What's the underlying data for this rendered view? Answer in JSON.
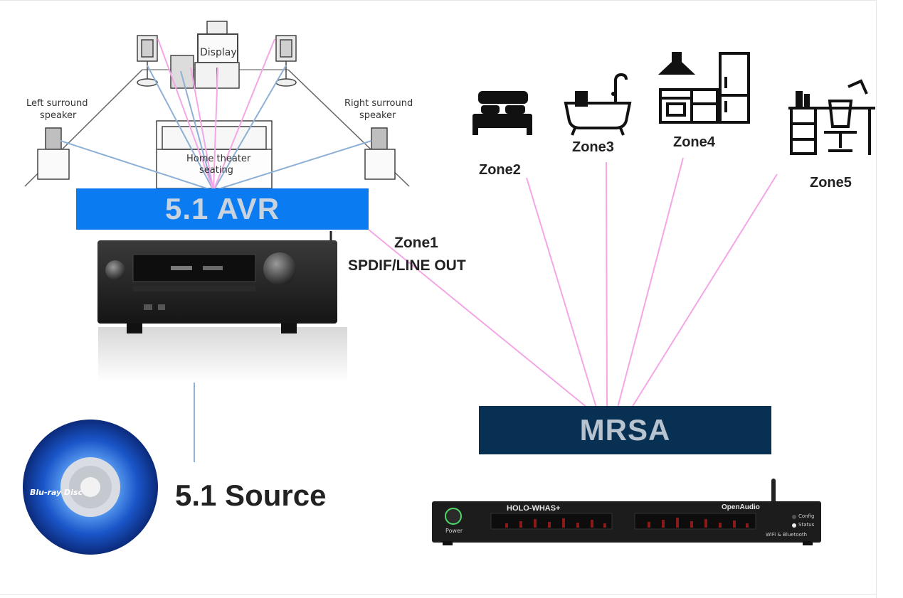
{
  "colors": {
    "avr_bar": "#0a7bf0",
    "mrsa_bar": "#083052",
    "pink_line": "#f4a6e6",
    "blue_line": "#8fb0d6"
  },
  "theater": {
    "display_label": "Display",
    "left_surround_line1": "Left surround",
    "left_surround_line2": "speaker",
    "right_surround_line1": "Right surround",
    "right_surround_line2": "speaker",
    "seating_line1": "Home theater",
    "seating_line2": "seating"
  },
  "avr": {
    "label": "5.1 AVR"
  },
  "link": {
    "zone1": "Zone1",
    "output": "SPDIF/LINE OUT"
  },
  "zones": {
    "zone2": "Zone2",
    "zone3": "Zone3",
    "zone4": "Zone4",
    "zone5": "Zone5"
  },
  "mrsa": {
    "label": "MRSA"
  },
  "source": {
    "label": "5.1 Source",
    "disc_brand": "Blu-ray Disc"
  },
  "device": {
    "brand": "HOLO-WHAS+",
    "maker": "OpenAudio",
    "power": "Power",
    "config": "Config",
    "status": "Status",
    "wireless": "WiFi & Bluetooth"
  },
  "icons": [
    "bed-icon",
    "bathtub-icon",
    "kitchen-icon",
    "desk-icon",
    "bluray-disc-icon"
  ]
}
